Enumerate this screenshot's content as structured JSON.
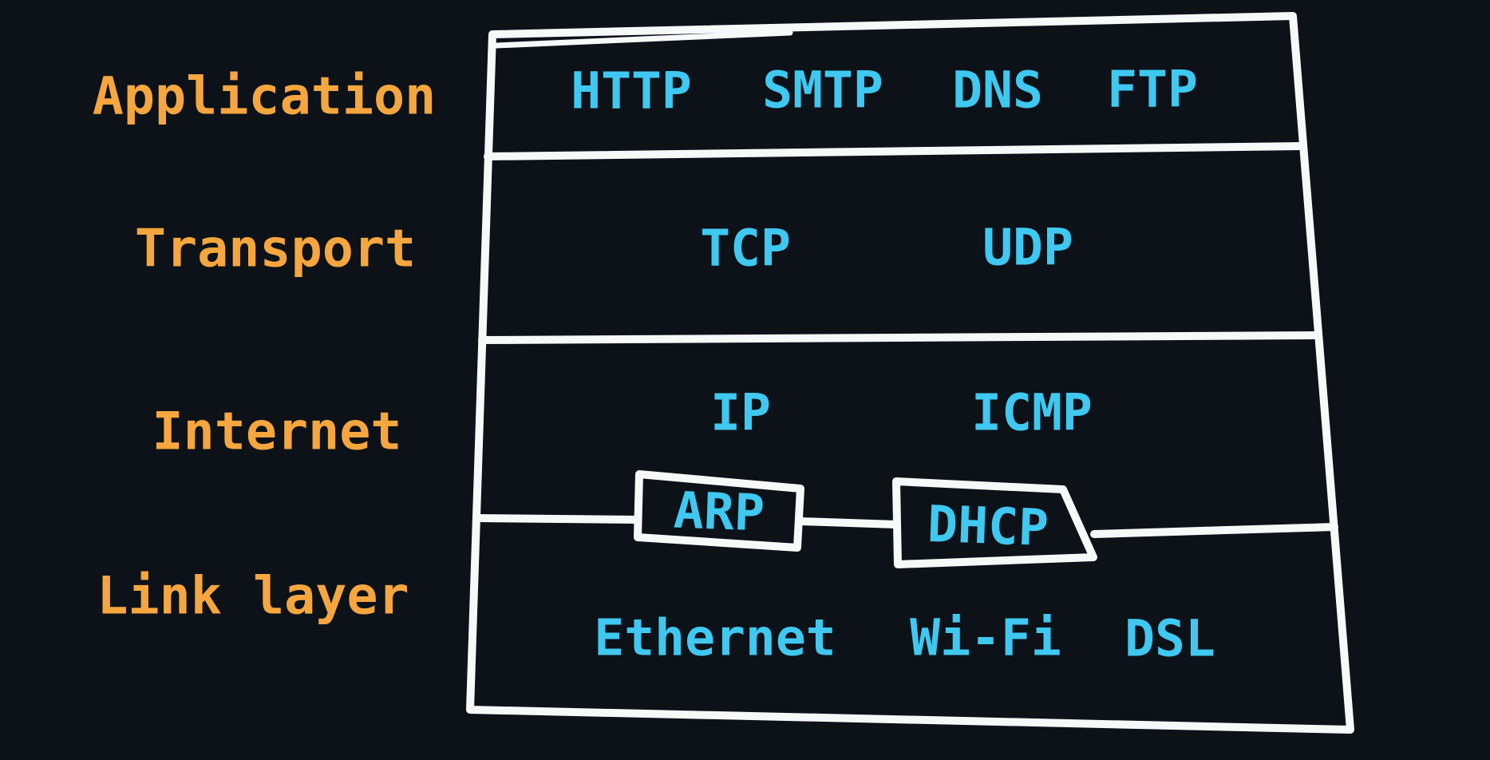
{
  "diagram": {
    "description": "TCP/IP protocol stack diagram",
    "colors": {
      "background": "#0d1219",
      "layer_label": "#f5a63e",
      "protocol": "#3fc8f0",
      "stroke": "#f7f8f8"
    },
    "layers": [
      {
        "label": "Application",
        "protocols": [
          "HTTP",
          "SMTP",
          "DNS",
          "FTP"
        ]
      },
      {
        "label": "Transport",
        "protocols": [
          "TCP",
          "UDP"
        ]
      },
      {
        "label": "Internet",
        "protocols": [
          "IP",
          "ICMP"
        ]
      },
      {
        "label": "Link layer",
        "protocols": [
          "Ethernet",
          "Wi-Fi",
          "DSL"
        ]
      }
    ],
    "cross_layer_protocols": [
      {
        "label": "ARP",
        "between": "Internet / Link layer"
      },
      {
        "label": "DHCP",
        "between": "Internet / Link layer"
      }
    ]
  }
}
